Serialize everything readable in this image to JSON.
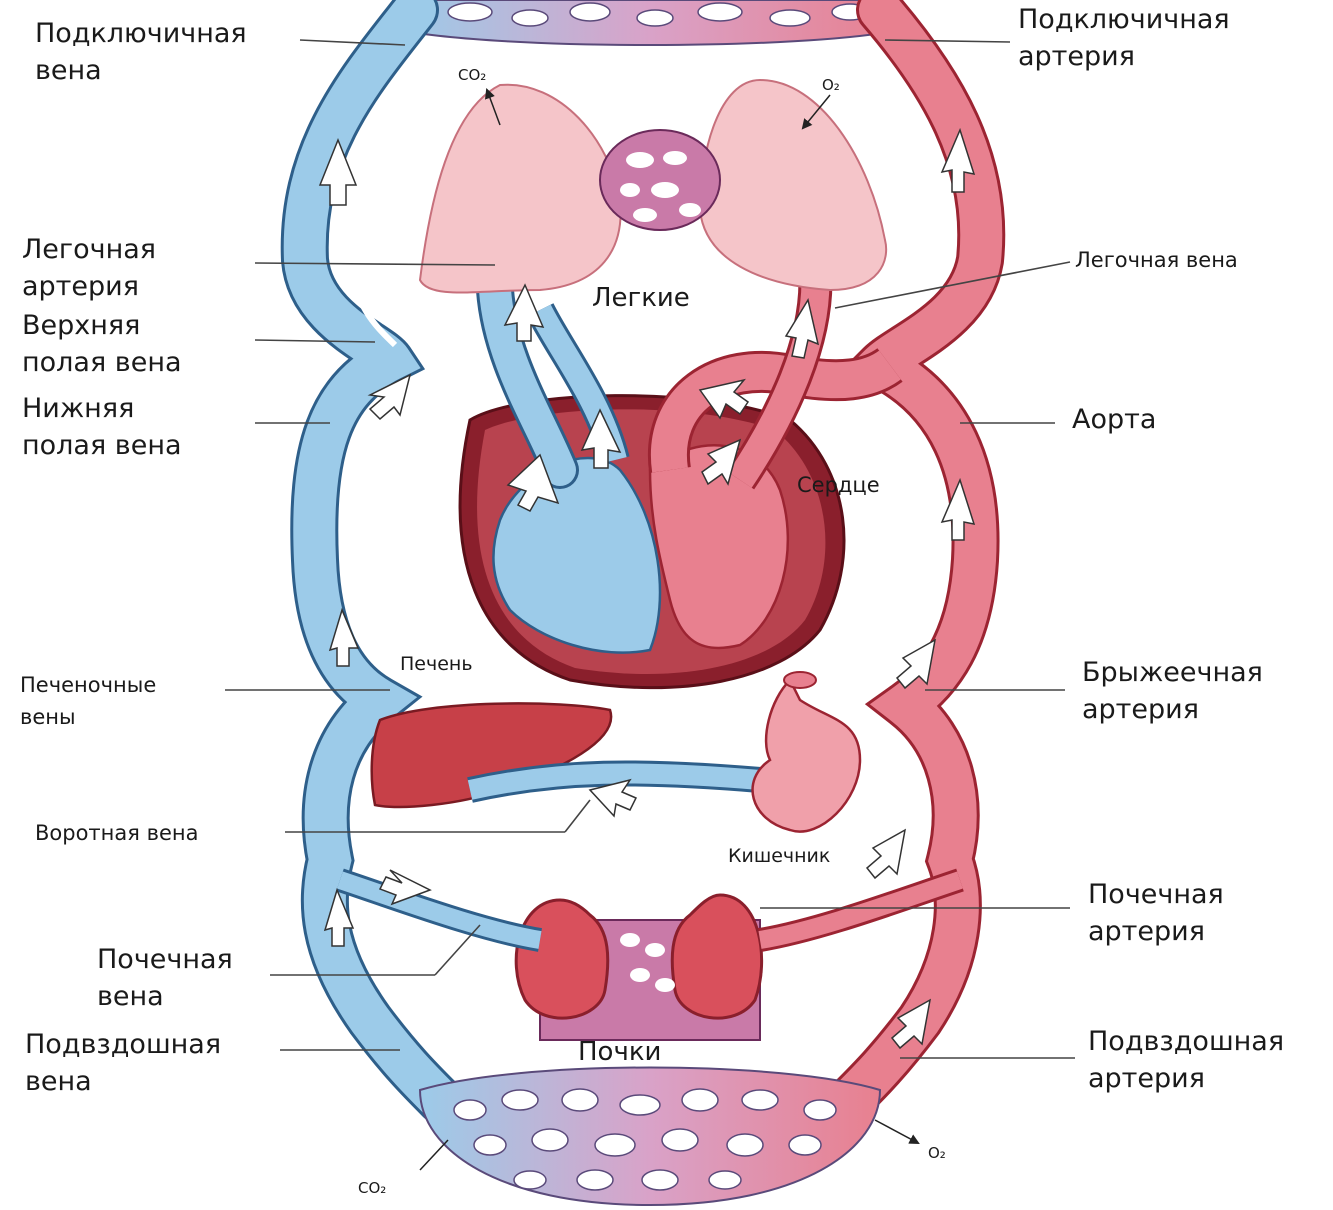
{
  "colors": {
    "vein": "#9ccbe9",
    "vein_edge": "#2e5f8a",
    "artery": "#e8808f",
    "artery_edge": "#9c2432",
    "mix": "#d9a2c8",
    "organ_red": "#d9505c",
    "lung_pink": "#f5c5c9",
    "liver": "#c74048"
  },
  "labels": {
    "subclavian_vein": [
      "Подключичная",
      "вена"
    ],
    "subclavian_artery": [
      "Подключичная",
      "артерия"
    ],
    "pulmonary_artery": [
      "Легочная",
      "артерия"
    ],
    "pulmonary_vein": "Легочная вена",
    "superior_vena_cava": [
      "Верхняя",
      "полая вена"
    ],
    "inferior_vena_cava": [
      "Нижняя",
      "полая вена"
    ],
    "aorta": "Аорта",
    "hepatic_veins": [
      "Печеночные",
      "вены"
    ],
    "mesenteric_artery": [
      "Брыжеечная",
      "артерия"
    ],
    "portal_vein": "Воротная вена",
    "renal_artery": [
      "Почечная",
      "артерия"
    ],
    "renal_vein": [
      "Почечная",
      "вена"
    ],
    "iliac_vein": [
      "Подвздошная",
      "вена"
    ],
    "iliac_artery": [
      "Подвздошная",
      "артерия"
    ]
  },
  "organs": {
    "lungs": "Легкие",
    "heart": "Сердце",
    "liver": "Печень",
    "intestine": "Кишечник",
    "kidneys": "Почки"
  },
  "gases": {
    "co2_top": "CO₂",
    "o2_top": "O₂",
    "co2_bottom": "CO₂",
    "o2_bottom": "O₂"
  }
}
